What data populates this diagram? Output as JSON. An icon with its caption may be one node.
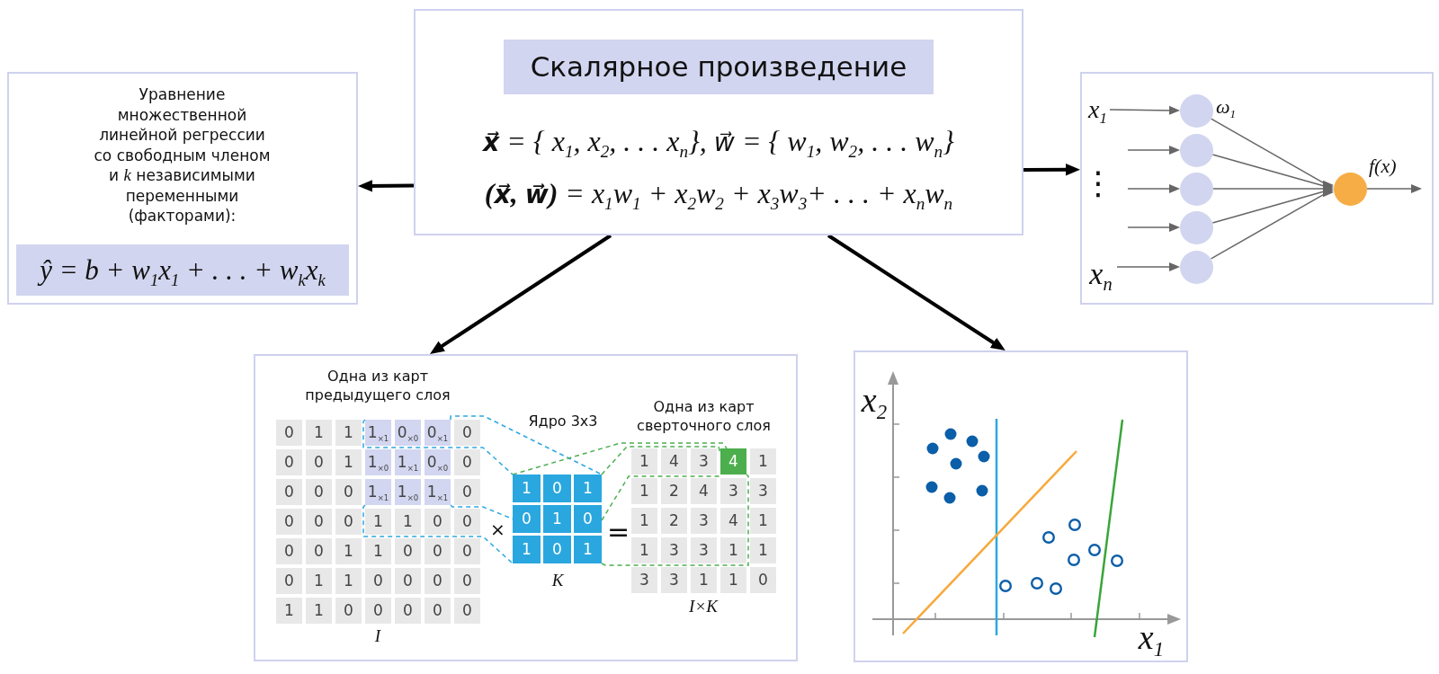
{
  "diagram": {
    "nodes": [
      {
        "text": [
          "**x⃗** = { x$_{1}$, x$_{2}$, . . . x$_{n}$}, w⃗ = { w$_{1}$, w$_{2}$, . . . w$_{n}$}",
          "**(x⃗, w⃗)** = x$_{1}$w$_{1}$ + x$_{2}$w$_{2}$ + x$_{3}$w$_{3}$+ . . . + x$_{n}$w$_{n}$"
        ]
      },
      {
        "text": [
          "Скалярное произведение"
        ],
        "in": 0
      },
      {
        "text": [
          "Уравнение множественной линейной регрессии со свободным членом и *k* независимыми переменными (факторами):"
        ]
      },
      {
        "text": [
          "ŷ = b + w$_{1}$x$_{1}$ + . . . + w$_{k}$x$_{k}$"
        ],
        "in": 2
      },
      {
        "text": [],
        "shape": "box"
      },
      {
        "text": [
          "x$_{1}$"
        ],
        "in": 4
      },
      {
        "text": [
          "x$_{n}$"
        ],
        "in": 4
      },
      {
        "text": [],
        "shape": "circle",
        "in": 4
      },
      {
        "text": [],
        "shape": "circle",
        "in": 4
      },
      {
        "text": [],
        "shape": "circle",
        "in": 4
      },
      {
        "text": [],
        "shape": "circle",
        "in": 4
      },
      {
        "text": [],
        "shape": "circle",
        "in": 4
      },
      {
        "text": [],
        "shape": "circle",
        "in": 4
      },
      {
        "text": [],
        "shape": "box"
      },
      {
        "text": [
          "0"
        ],
        "in": 13
      },
      {
        "text": [
          "1"
        ],
        "in": 13
      },
      {
        "text": [
          "1"
        ],
        "in": 13
      },
      {
        "text": [
          "1$_{×1}$"
        ],
        "in": 13
      },
      {
        "text": [
          "0$_{×0}$"
        ],
        "in": 13
      },
      {
        "text": [
          "0$_{×1}$"
        ],
        "in": 13
      },
      {
        "text": [
          "0"
        ],
        "in": 13
      },
      {
        "text": [
          "0"
        ],
        "in": 13
      },
      {
        "text": [
          "0"
        ],
        "in": 13
      },
      {
        "text": [
          "1"
        ],
        "in": 13
      },
      {
        "text": [
          "1$_{×0}$"
        ],
        "in": 13
      },
      {
        "text": [
          "1$_{×1}$"
        ],
        "in": 13
      },
      {
        "text": [
          "0$_{×0}$"
        ],
        "in": 13
      },
      {
        "text": [
          "0"
        ],
        "in": 13
      },
      {
        "text": [
          "0"
        ],
        "in": 13
      },
      {
        "text": [
          "0"
        ],
        "in": 13
      },
      {
        "text": [
          "0"
        ],
        "in": 13
      },
      {
        "text": [
          "1$_{×1}$"
        ],
        "in": 13
      },
      {
        "text": [
          "1$_{×0}$"
        ],
        "in": 13
      },
      {
        "text": [
          "1$_{×1}$"
        ],
        "in": 13
      },
      {
        "text": [
          "0"
        ],
        "in": 13
      },
      {
        "text": [
          "0"
        ],
        "in": 13
      },
      {
        "text": [
          "0"
        ],
        "in": 13
      },
      {
        "text": [
          "0"
        ],
        "in": 13
      },
      {
        "text": [
          "1"
        ],
        "in": 13
      },
      {
        "text": [
          "1"
        ],
        "in": 13
      },
      {
        "text": [
          "0"
        ],
        "in": 13
      },
      {
        "text": [
          "0"
        ],
        "in": 13
      },
      {
        "text": [
          "0"
        ],
        "in": 13
      },
      {
        "text": [
          "0"
        ],
        "in": 13
      },
      {
        "text": [
          "1"
        ],
        "in": 13
      },
      {
        "text": [
          "1"
        ],
        "in": 13
      },
      {
        "text": [
          "0"
        ],
        "in": 13
      },
      {
        "text": [
          "0"
        ],
        "in": 13
      },
      {
        "text": [
          "0"
        ],
        "in": 13
      },
      {
        "text": [
          "0"
        ],
        "in": 13
      },
      {
        "text": [
          "1"
        ],
        "in": 13
      },
      {
        "text": [
          "1"
        ],
        "in": 13
      },
      {
        "text": [
          "0"
        ],
        "in": 13
      },
      {
        "text": [
          "0"
        ],
        "in": 13
      },
      {
        "text": [
          "0"
        ],
        "in": 13
      },
      {
        "text": [
          "0"
        ],
        "in": 13
      },
      {
        "text": [
          "1"
        ],
        "in": 13
      },
      {
        "text": [
          "1"
        ],
        "in": 13
      },
      {
        "text": [
          "0"
        ],
        "in": 13
      },
      {
        "text": [
          "0"
        ],
        "in": 13
      },
      {
        "text": [
          "0"
        ],
        "in": 13
      },
      {
        "text": [
          "0"
        ],
        "in": 13
      },
      {
        "text": [
          "0"
        ],
        "in": 13
      },
      {
        "text": [
          "1"
        ],
        "in": 13
      },
      {
        "text": [
          "0"
        ],
        "in": 13
      },
      {
        "text": [
          "1"
        ],
        "in": 13
      },
      {
        "text": [
          "0"
        ],
        "in": 13
      },
      {
        "text": [
          "1"
        ],
        "in": 13
      },
      {
        "text": [
          "0"
        ],
        "in": 13
      },
      {
        "text": [
          "1"
        ],
        "in": 13
      },
      {
        "text": [
          "0"
        ],
        "in": 13
      },
      {
        "text": [
          "1"
        ],
        "in": 13
      },
      {
        "text": [
          "1"
        ],
        "in": 13
      },
      {
        "text": [
          "4"
        ],
        "in": 13
      },
      {
        "text": [
          "3"
        ],
        "in": 13
      },
      {
        "text": [
          "4"
        ],
        "in": 13
      },
      {
        "text": [
          "1"
        ],
        "in": 13
      },
      {
        "text": [
          "1"
        ],
        "in": 13
      },
      {
        "text": [
          "2"
        ],
        "in": 13
      },
      {
        "text": [
          "4"
        ],
        "in": 13
      },
      {
        "text": [
          "3"
        ],
        "in": 13
      },
      {
        "text": [
          "3"
        ],
        "in": 13
      },
      {
        "text": [
          "1"
        ],
        "in": 13
      },
      {
        "text": [
          "2"
        ],
        "in": 13
      },
      {
        "text": [
          "3"
        ],
        "in": 13
      },
      {
        "text": [
          "4"
        ],
        "in": 13
      },
      {
        "text": [
          "1"
        ],
        "in": 13
      },
      {
        "text": [
          "1"
        ],
        "in": 13
      },
      {
        "text": [
          "3"
        ],
        "in": 13
      },
      {
        "text": [
          "3"
        ],
        "in": 13
      },
      {
        "text": [
          "1"
        ],
        "in": 13
      },
      {
        "text": [
          "1"
        ],
        "in": 13
      },
      {
        "text": [
          "3"
        ],
        "in": 13
      },
      {
        "text": [
          "3"
        ],
        "in": 13
      },
      {
        "text": [
          "1"
        ],
        "in": 13
      },
      {
        "text": [
          "1"
        ],
        "in": 13
      },
      {
        "text": [
          "0"
        ],
        "in": 13
      },
      {
        "text": [],
        "shape": "box"
      }
    ],
    "edges": [
      {
        "from": 0,
        "to": 2,
        "arrow": "to",
        "style": "thick",
        "color": "#000000"
      },
      {
        "from": 0,
        "to": 4,
        "arrow": "to",
        "style": "thick",
        "color": "#000000"
      },
      {
        "from": 0,
        "to": 13,
        "arrow": "to",
        "style": "thick",
        "color": "#000000"
      },
      {
        "from": 0,
        "to": 97,
        "arrow": "to",
        "style": "thick",
        "color": "#000000"
      },
      {
        "from": 5,
        "to": 7,
        "arrow": "to"
      },
      {
        "from": null,
        "to": 8,
        "arrow": "to"
      },
      {
        "from": null,
        "to": 9,
        "arrow": "to"
      },
      {
        "from": null,
        "to": 10,
        "arrow": "to"
      },
      {
        "from": 6,
        "to": 11,
        "arrow": "to"
      },
      {
        "from": 7,
        "to": 12,
        "arrow": "to",
        "label": "ω$_{1}$"
      },
      {
        "from": 8,
        "to": 12,
        "arrow": "to"
      },
      {
        "from": 9,
        "to": 12,
        "arrow": "to"
      },
      {
        "from": 10,
        "to": 12,
        "arrow": "to"
      },
      {
        "from": 11,
        "to": 12,
        "arrow": "to"
      },
      {
        "from": 12,
        "to": null,
        "arrow": "to",
        "label": "f(x)"
      },
      {
        "from": 17,
        "to": 63,
        "arrow": "none",
        "style": "dashed",
        "color": "#2ea8df"
      },
      {
        "from": 19,
        "to": 65,
        "arrow": "none",
        "style": "dashed",
        "color": "#2ea8df"
      },
      {
        "from": 31,
        "to": 69,
        "arrow": "none",
        "style": "dashed",
        "color": "#2ea8df"
      },
      {
        "from": 33,
        "to": 66,
        "arrow": "none",
        "style": "dashed",
        "color": "#2ea8df"
      },
      {
        "from": 63,
        "to": 75,
        "arrow": "none",
        "style": "dashed",
        "color": "#4caf50"
      },
      {
        "from": 65,
        "to": 75,
        "arrow": "none",
        "style": "dashed",
        "color": "#4caf50"
      },
      {
        "from": 68,
        "to": 75,
        "arrow": "none",
        "style": "dashed",
        "color": "#4caf50"
      },
      {
        "from": 71,
        "to": 75,
        "arrow": "none",
        "style": "dashed",
        "color": "#4caf50"
      }
    ],
    "labels": [
      "⋮",
      "Одна из карт предыдущего слоя",
      "Одна из карт сверточного слоя",
      "Ядро 3x3",
      "×",
      "=",
      "K",
      "I×K",
      "I",
      "x$_{2}$",
      "x$_{1}$"
    ]
  }
}
